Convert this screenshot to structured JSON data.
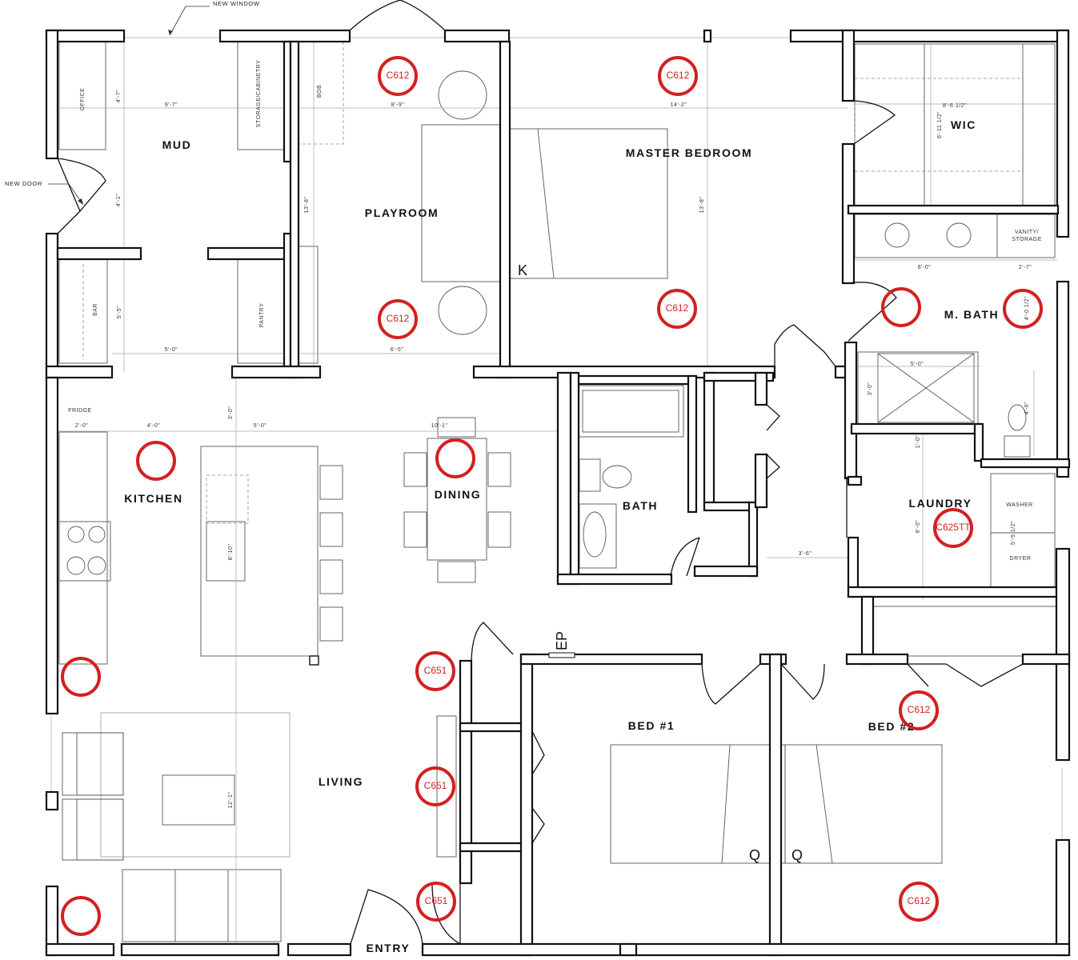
{
  "annotations": {
    "new_window": "NEW WINDOW",
    "new_door": "NEW DOOR"
  },
  "rooms": {
    "mud": "MUD",
    "playroom": "PLAYROOM",
    "master_bedroom": "MASTER BEDROOM",
    "wic": "WIC",
    "m_bath": "M. BATH",
    "kitchen": "KITCHEN",
    "dining": "DINING",
    "bath": "BATH",
    "laundry": "LAUNDRY",
    "living": "LIVING",
    "bed1": "BED #1",
    "bed2": "BED #2",
    "entry": "ENTRY"
  },
  "labels": {
    "office": "OFFICE",
    "storage_cabinetry": "STORAGE/CABINETRY",
    "bob": "BOB",
    "bar": "BAR",
    "pantry": "PANTRY",
    "fridge": "FRIDGE",
    "vanity_storage_1": "VANITY/",
    "vanity_storage_2": "STORAGE",
    "washer": "WASHER",
    "dryer": "DRYER",
    "ep": "EP",
    "k": "K",
    "q1": "Q",
    "q2": "Q"
  },
  "dimensions": {
    "office_w": "4'-7\"",
    "mud_w": "9'-7\"",
    "play_w": "8'-9\"",
    "master_w": "14'-2\"",
    "wic_w": "8'-6 1/2\"",
    "wic_h": "6'-11 1/2\"",
    "mud_h": "4'-1\"",
    "play_h": "13'-8\"",
    "master_h": "13'-8\"",
    "mbath_w": "6'-0\"",
    "vanity_w": "2'-7\"",
    "mbath_h": "4'-0 1/2\"",
    "bar_h": "5'-5\"",
    "bar_w": "5'-0\"",
    "play_bw": "6'-5\"",
    "shower_w": "5'-0\"",
    "shower_h": "3'-0\"",
    "wc_d": "4'-6\"",
    "wc_w": "1'-0\"",
    "k_h": "3'-0\"",
    "fridge_w": "2'-0\"",
    "k_w1": "4'-0\"",
    "k_w2": "5'-0\"",
    "dining_w": "10'-1\"",
    "island": "8'-10\"",
    "hall": "3'-6\"",
    "laundry_h": "6'-0\"",
    "washer_w": "5'-5 1/2\"",
    "living_h": "12'-1\""
  },
  "fixtures": [
    {
      "label": "C612"
    },
    {
      "label": "C612"
    },
    {
      "label": "C612"
    },
    {
      "label": "C612"
    },
    {
      "label": ""
    },
    {
      "label": ""
    },
    {
      "label": ""
    },
    {
      "label": ""
    },
    {
      "label": ""
    },
    {
      "label": "C625TT"
    },
    {
      "label": "C651"
    },
    {
      "label": "C651"
    },
    {
      "label": "C651"
    },
    {
      "label": "C612"
    },
    {
      "label": "C612"
    },
    {
      "label": ""
    },
    {
      "label": ""
    }
  ],
  "colors": {
    "wall": "#111111",
    "fixture": "#d42020",
    "background": "#ffffff"
  }
}
